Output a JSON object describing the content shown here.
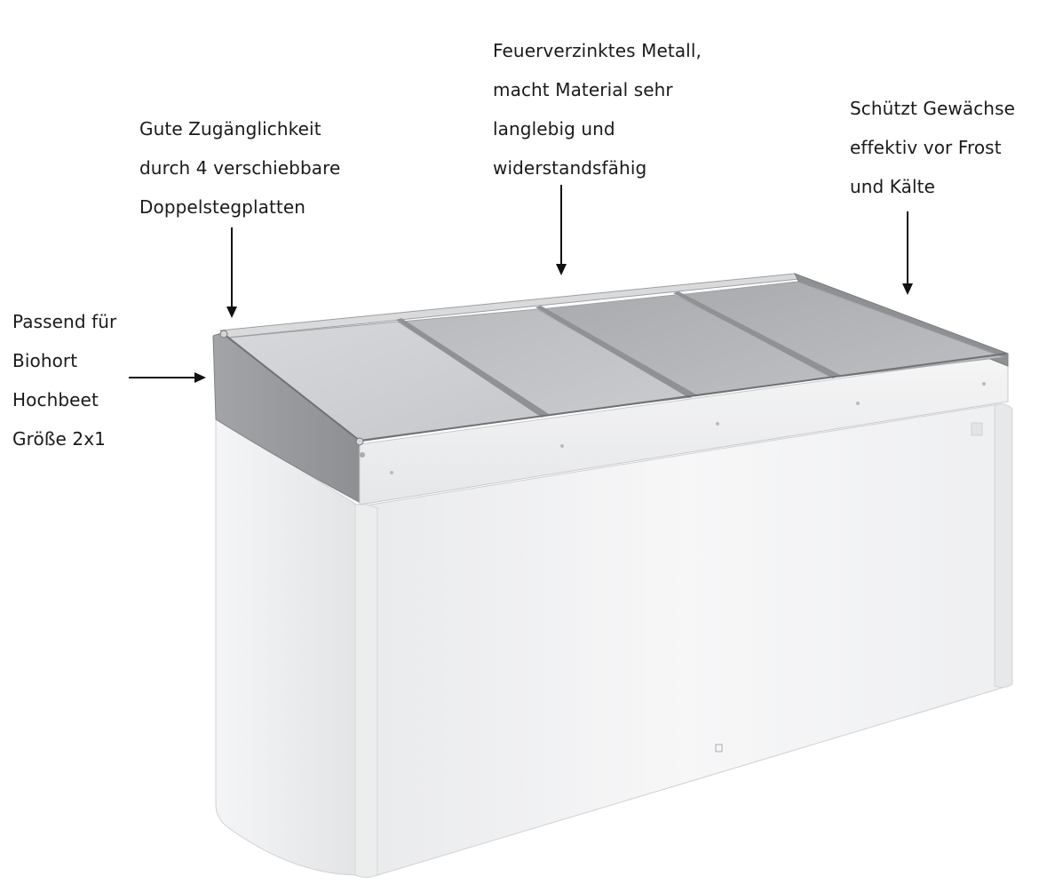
{
  "annotations": {
    "fit": {
      "lines": [
        "Passend für",
        "Biohort",
        "Hochbeet",
        "Größe 2x1"
      ]
    },
    "access": {
      "lines": [
        "Gute Zugänglichkeit",
        "durch 4 verschiebbare",
        "Doppelstegplatten"
      ]
    },
    "material": {
      "lines": [
        "Feuerverzinktes Metall,",
        "macht Material sehr",
        "langlebig und",
        "widerstandsfähig"
      ]
    },
    "protection": {
      "lines": [
        "Schützt Gewächse",
        "effektiv vor Frost",
        "und Kälte"
      ]
    }
  },
  "product": {
    "panel_count": 4,
    "icons": [
      "arrow-right-icon",
      "arrow-down-icon",
      "arrow-down-icon",
      "arrow-down-icon"
    ]
  },
  "colors": {
    "body_white": "#f3f4f6",
    "frame_silver": "#9a9c9f",
    "panel_grey": "#b7b9bc",
    "text": "#1a1a1a"
  }
}
